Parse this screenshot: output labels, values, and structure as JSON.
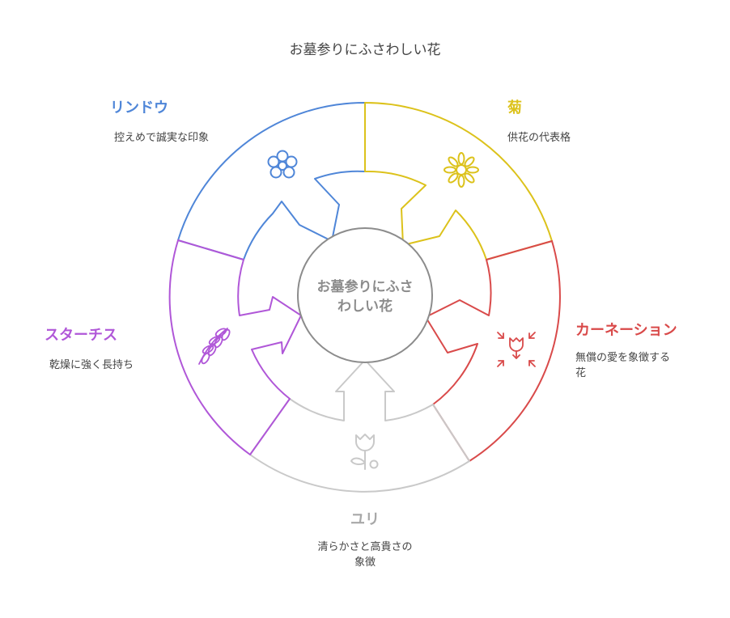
{
  "title": "お墓参りにふさわしい花",
  "center": {
    "lines": [
      "お墓参りにふさ",
      "わしい花"
    ]
  },
  "colors": {
    "rindou": "#4f86d8",
    "kiku": "#dcc21b",
    "carnation": "#d94a4a",
    "yuri": "#c9c9c9",
    "statice": "#b057d8",
    "center": "#8c8c8c",
    "text": "#444444"
  },
  "segments": {
    "rindou": {
      "title": "リンドウ",
      "desc": [
        "控えめで誠実な印象"
      ],
      "icon": "flower-icon"
    },
    "kiku": {
      "title": "菊",
      "desc": [
        "供花の代表格"
      ],
      "icon": "chrysanthemum-icon"
    },
    "carnation": {
      "title": "カーネーション",
      "desc": [
        "無償の愛を象徴する",
        "花"
      ],
      "icon": "tulip-arrows-icon"
    },
    "yuri": {
      "title": "ユリ",
      "desc": [
        "清らかさと高貴さの",
        "象徴"
      ],
      "icon": "tulip-icon"
    },
    "statice": {
      "title": "スターチス",
      "desc": [
        "乾燥に強く長持ち"
      ],
      "icon": "wheat-icon"
    }
  }
}
